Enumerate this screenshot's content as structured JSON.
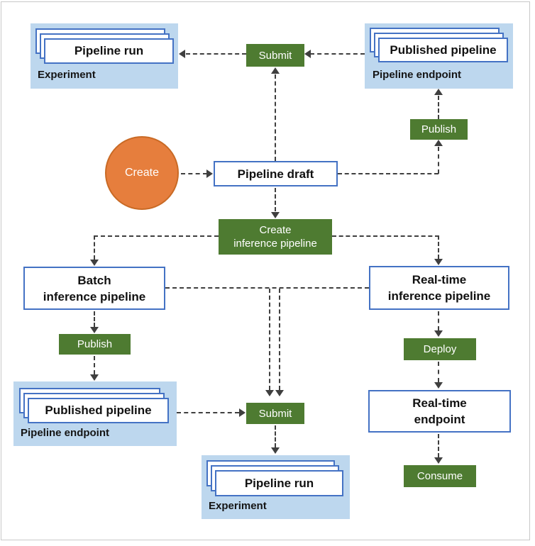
{
  "diagram": {
    "colors": {
      "green": "#4e7b31",
      "light_blue": "#bdd7ee",
      "blue_border": "#4472c4",
      "orange": "#e67e3d",
      "orange_border": "#c96a25",
      "line": "#3f3f3f",
      "frame": "#c8c8c8"
    },
    "groups": {
      "experiment_top": {
        "label": "Experiment",
        "card": "Pipeline run"
      },
      "pipeline_endpoint_top": {
        "label": "Pipeline endpoint",
        "card": "Published pipeline"
      },
      "pipeline_endpoint_bottom": {
        "label": "Pipeline endpoint",
        "card": "Published pipeline"
      },
      "experiment_bottom": {
        "label": "Experiment",
        "card": "Pipeline run"
      }
    },
    "nodes": {
      "submit_top": "Submit",
      "publish_top": "Publish",
      "create": "Create",
      "pipeline_draft": "Pipeline draft",
      "create_inference_pipeline": "Create\ninference pipeline",
      "batch_inference_pipeline": "Batch\ninference pipeline",
      "realtime_inference_pipeline": "Real-time\ninference pipeline",
      "publish_left": "Publish",
      "submit_bottom": "Submit",
      "deploy": "Deploy",
      "realtime_endpoint": "Real-time\nendpoint",
      "consume": "Consume"
    }
  }
}
